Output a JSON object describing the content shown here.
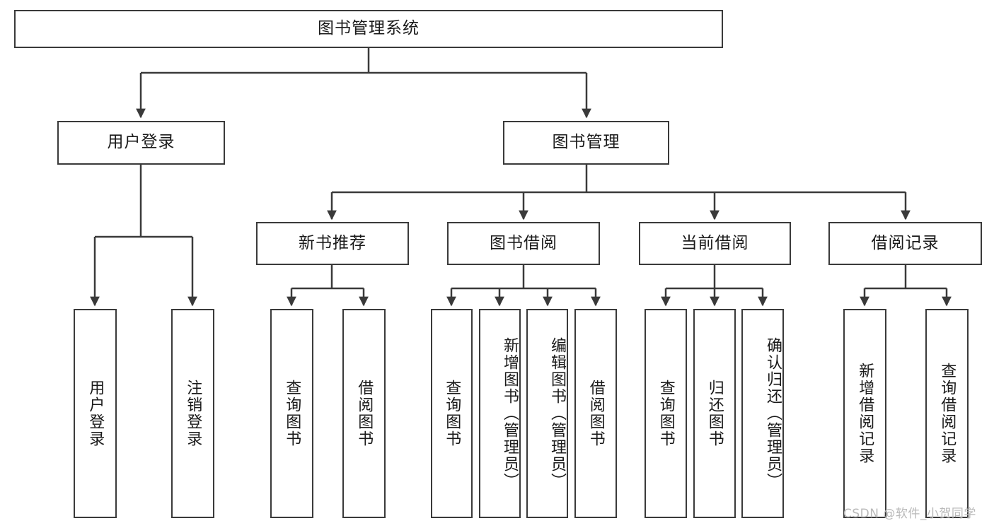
{
  "diagram": {
    "type": "tree",
    "title": "图书管理系统",
    "root": {
      "id": "root",
      "label": "图书管理系统"
    },
    "level1": [
      {
        "id": "user-login",
        "label": "用户登录"
      },
      {
        "id": "book-manage",
        "label": "图书管理"
      }
    ],
    "level2": [
      {
        "id": "new-book-recommend",
        "label": "新书推荐",
        "parent": "book-manage"
      },
      {
        "id": "book-borrow",
        "label": "图书借阅",
        "parent": "book-manage"
      },
      {
        "id": "current-borrow",
        "label": "当前借阅",
        "parent": "book-manage"
      },
      {
        "id": "borrow-record",
        "label": "借阅记录",
        "parent": "book-manage"
      }
    ],
    "leaves": [
      {
        "id": "leaf-user-login",
        "label": "用户登录",
        "parent": "user-login"
      },
      {
        "id": "leaf-logout-login",
        "label": "注销登录",
        "parent": "user-login"
      },
      {
        "id": "leaf-query-book-1",
        "label": "查询图书",
        "parent": "new-book-recommend"
      },
      {
        "id": "leaf-borrow-book-1",
        "label": "借阅图书",
        "parent": "new-book-recommend"
      },
      {
        "id": "leaf-query-book-2",
        "label": "查询图书",
        "parent": "book-borrow"
      },
      {
        "id": "leaf-add-book",
        "label": "新增图书（管理员）",
        "parent": "book-borrow"
      },
      {
        "id": "leaf-edit-book",
        "label": "编辑图书（管理员）",
        "parent": "book-borrow"
      },
      {
        "id": "leaf-borrow-book-2",
        "label": "借阅图书",
        "parent": "book-borrow"
      },
      {
        "id": "leaf-query-book-3",
        "label": "查询图书",
        "parent": "current-borrow"
      },
      {
        "id": "leaf-return-book",
        "label": "归还图书",
        "parent": "current-borrow"
      },
      {
        "id": "leaf-confirm-return",
        "label": "确认归还（管理员）",
        "parent": "current-borrow"
      },
      {
        "id": "leaf-add-record",
        "label": "新增借阅记录",
        "parent": "borrow-record"
      },
      {
        "id": "leaf-query-record",
        "label": "查询借阅记录",
        "parent": "borrow-record"
      }
    ],
    "colors": {
      "stroke": "#3a3a3a",
      "background": "#ffffff",
      "text": "#1a1a1a",
      "watermark": "#b9b9b9"
    }
  },
  "watermark": {
    "text": "CSDN @软件_小贺同学"
  }
}
